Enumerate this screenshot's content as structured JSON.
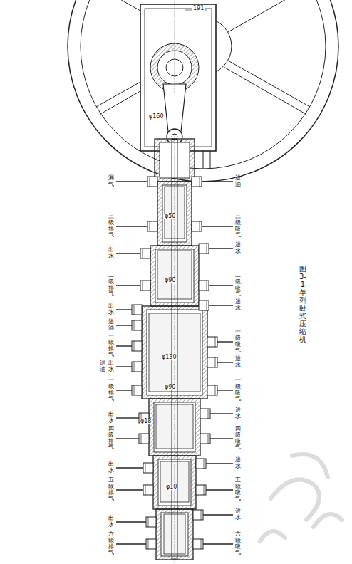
{
  "diagram": {
    "caption": "图3-1 单列卧式压缩机",
    "labels": [
      "漏气",
      "三级排气",
      "出水",
      "二级排气",
      "出水",
      "进油",
      "一级排气",
      "出水",
      "进油",
      "一级排气",
      "出水",
      "四级排气",
      "出水",
      "五级排气",
      "出水",
      "六级排气",
      "进油",
      "三级吸气",
      "进水",
      "二级吸气",
      "进水",
      "一级吸气",
      "进水",
      "一级吸气",
      "进水",
      "四级吸气",
      "进水",
      "五级吸气",
      "进水",
      "六级吸气",
      "φ160",
      "φ50",
      "φ90",
      "φ130",
      "φ90",
      "φ18",
      "φ10",
      "191"
    ]
  }
}
